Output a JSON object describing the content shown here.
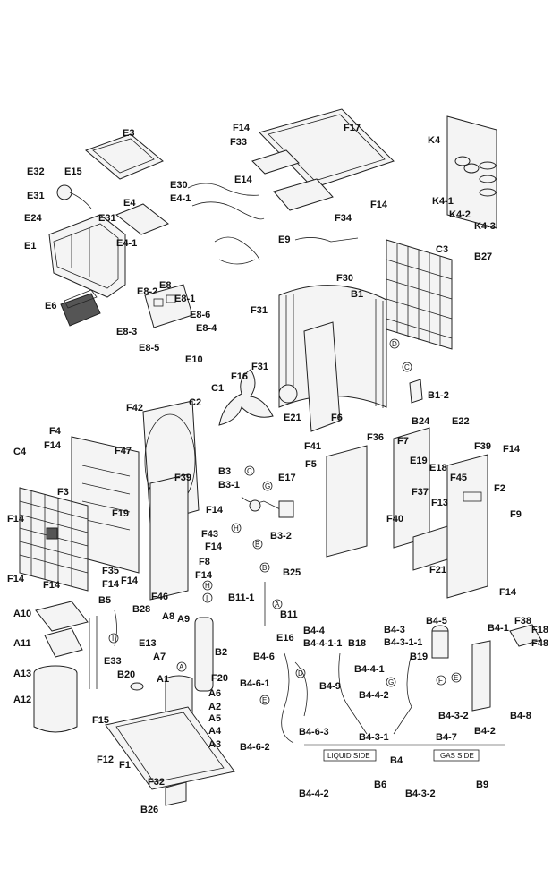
{
  "part_labels": [
    "E3",
    "E32",
    "E15",
    "E31",
    "E24",
    "E31b",
    "E1",
    "E6",
    "E4",
    "E30",
    "E4-1",
    "E4-1b",
    "E8",
    "E8-1",
    "E8-2",
    "E8-6",
    "E8-4",
    "E8-3",
    "E8-5",
    "E10",
    "F14",
    "F33",
    "F17",
    "E14",
    "F14b",
    "F34",
    "E9",
    "K4",
    "K4-1",
    "K4-2",
    "K4-3",
    "C3",
    "B27",
    "F30",
    "B1",
    "F31",
    "F31b",
    "B1-2",
    "B24",
    "E22",
    "C1",
    "F16",
    "C2",
    "E21",
    "F6",
    "F42",
    "F4",
    "F14c",
    "F47",
    "C4",
    "F3",
    "F19",
    "F14d",
    "F35",
    "F14e",
    "F14f",
    "F14g",
    "F39",
    "F14h",
    "F43",
    "F14i",
    "F8",
    "F14j",
    "F46",
    "B3",
    "B3-1",
    "E17",
    "B3-2",
    "B25",
    "F41",
    "F36",
    "F5",
    "F7",
    "E19",
    "E18",
    "F37",
    "F13",
    "F40",
    "F45",
    "F39b",
    "F14k",
    "F2",
    "F9",
    "F21",
    "F14l",
    "A10",
    "B5",
    "B28",
    "A8",
    "A9",
    "A11",
    "E13",
    "A7",
    "B2",
    "A13",
    "E33",
    "B20",
    "A1",
    "F20",
    "A6",
    "A2",
    "A5",
    "A4",
    "A3",
    "A12",
    "F15",
    "F12",
    "F1",
    "F32",
    "B26",
    "B11-1",
    "B11",
    "E16",
    "B4-4",
    "B4-4-1-1",
    "B18",
    "B4-6",
    "B4-4-1",
    "B4-6-1",
    "B4-9",
    "B4-4-2",
    "B4-6-3",
    "B4-6-2",
    "B4-3",
    "B4-3-1-1",
    "B19",
    "B4-5",
    "B4-1",
    "F38",
    "F18",
    "F48",
    "B4-3-2",
    "B4-8",
    "B4-3-1",
    "B4-7",
    "B4-2",
    "B4",
    "B6",
    "B4-4-2b",
    "B4-3-2b",
    "B9"
  ],
  "text": {
    "E3": "E3",
    "E32": "E32",
    "E15": "E15",
    "E31": "E31",
    "E24": "E24",
    "E31b": "E31",
    "E1": "E1",
    "E6": "E6",
    "E4": "E4",
    "E30": "E30",
    "E4-1": "E4-1",
    "E4-1b": "E4-1",
    "E8": "E8",
    "E8-1": "E8-1",
    "E8-2": "E8-2",
    "E8-6": "E8-6",
    "E8-4": "E8-4",
    "E8-3": "E8-3",
    "E8-5": "E8-5",
    "E10": "E10",
    "F14": "F14",
    "F33": "F33",
    "F17": "F17",
    "E14": "E14",
    "F14b": "F14",
    "F34": "F34",
    "E9": "E9",
    "K4": "K4",
    "K4-1": "K4-1",
    "K4-2": "K4-2",
    "K4-3": "K4-3",
    "C3": "C3",
    "B27": "B27",
    "F30": "F30",
    "B1": "B1",
    "F31": "F31",
    "F31b": "F31",
    "B1-2": "B1-2",
    "B24": "B24",
    "E22": "E22",
    "C1": "C1",
    "F16": "F16",
    "C2": "C2",
    "E21": "E21",
    "F6": "F6",
    "F42": "F42",
    "F4": "F4",
    "F14c": "F14",
    "F47": "F47",
    "C4": "C4",
    "F3": "F3",
    "F19": "F19",
    "F14d": "F14",
    "F35": "F35",
    "F14e": "F14",
    "F14f": "F14",
    "F14g": "F14",
    "F39": "F39",
    "F14h": "F14",
    "F43": "F43",
    "F14i": "F14",
    "F8": "F8",
    "F14j": "F14",
    "F46": "F46",
    "B3": "B3",
    "B3-1": "B3-1",
    "E17": "E17",
    "B3-2": "B3-2",
    "B25": "B25",
    "F41": "F41",
    "F36": "F36",
    "F5": "F5",
    "F7": "F7",
    "E19": "E19",
    "E18": "E18",
    "F37": "F37",
    "F13": "F13",
    "F40": "F40",
    "F45": "F45",
    "F39b": "F39",
    "F14k": "F14",
    "F2": "F2",
    "F9": "F9",
    "F21": "F21",
    "F14l": "F14",
    "A10": "A10",
    "B5": "B5",
    "B28": "B28",
    "A8": "A8",
    "A9": "A9",
    "A11": "A11",
    "E13": "E13",
    "A7": "A7",
    "B2": "B2",
    "A13": "A13",
    "E33": "E33",
    "B20": "B20",
    "A1": "A1",
    "F20": "F20",
    "A6": "A6",
    "A2": "A2",
    "A5": "A5",
    "A4": "A4",
    "A3": "A3",
    "A12": "A12",
    "F15": "F15",
    "F12": "F12",
    "F1": "F1",
    "F32": "F32",
    "B26": "B26",
    "B11-1": "B11-1",
    "B11": "B11",
    "E16": "E16",
    "B4-4": "B4-4",
    "B4-4-1-1": "B4-4-1-1",
    "B18": "B18",
    "B4-6": "B4-6",
    "B4-4-1": "B4-4-1",
    "B4-6-1": "B4-6-1",
    "B4-9": "B4-9",
    "B4-4-2": "B4-4-2",
    "B4-6-3": "B4-6-3",
    "B4-6-2": "B4-6-2",
    "B4-3": "B4-3",
    "B4-3-1-1": "B4-3-1-1",
    "B19": "B19",
    "B4-5": "B4-5",
    "B4-1": "B4-1",
    "F38": "F38",
    "F18": "F18",
    "F48": "F48",
    "B4-3-2": "B4-3-2",
    "B4-8": "B4-8",
    "B4-3-1": "B4-3-1",
    "B4-7": "B4-7",
    "B4-2": "B4-2",
    "B4": "B4",
    "B6": "B6",
    "B4-4-2b": "B4-4-2",
    "B4-3-2b": "B4-3-2",
    "B9": "B9"
  },
  "connection_markers": [
    "C",
    "D",
    "G",
    "H",
    "B",
    "A",
    "I",
    "E",
    "F"
  ],
  "side_labels": {
    "liquid": "LIQUID SIDE",
    "gas": "GAS SIDE"
  }
}
